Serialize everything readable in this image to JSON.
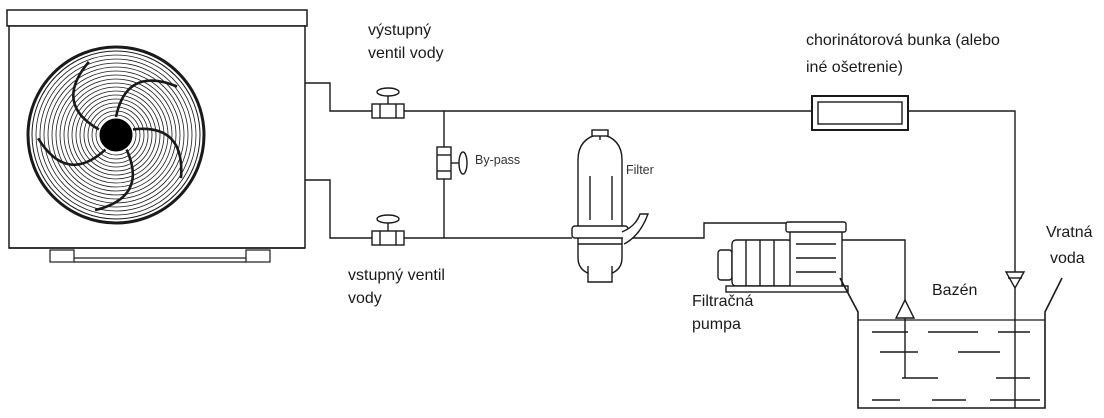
{
  "labels": {
    "outlet_valve_line1": "výstupný",
    "outlet_valve_line2": "ventil vody",
    "inlet_valve_line1": "vstupný ventil",
    "inlet_valve_line2": "vody",
    "bypass": "By-pass",
    "filter": "Filter",
    "chlorinator_line1": "chorinátorová bunka (alebo",
    "chlorinator_line2": "iné ošetrenie)",
    "pump_line1": "Filtračná",
    "pump_line2": "pumpa",
    "pool": "Bazén",
    "return_line1": "Vratná",
    "return_line2": "voda"
  },
  "icons": {
    "heat_pump": "heat-pump-unit-icon",
    "fan": "fan-icon",
    "valve": "valve-icon",
    "filter": "sand-filter-icon",
    "pump": "filter-pump-icon",
    "chlorinator": "chlorinator-cell-icon",
    "pool": "pool-basin-icon"
  },
  "colors": {
    "line": "#1a1a1a",
    "unit_fill": "#ffffff",
    "fan_hub": "#000000"
  }
}
